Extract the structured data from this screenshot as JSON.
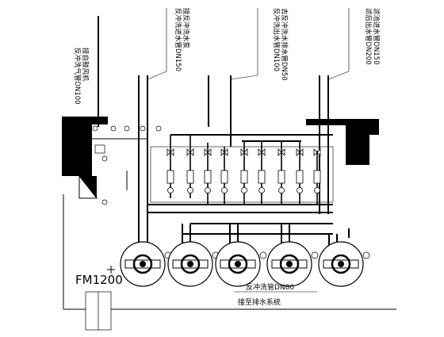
{
  "pipe_labels": {
    "upper_left_a": "接自鼓风机",
    "upper_left_b": "反冲洗气管DN100",
    "upper_mid_a": "接反冲洗水泵",
    "upper_mid_b": "反冲洗进水管DN150",
    "upper_mid2_a": "去反冲洗水排水管DN50",
    "upper_mid2_b": "反冲洗出水管DN100",
    "upper_right_a": "滤池进水管DN150",
    "upper_right_b": "滤后出水管DN200"
  },
  "room_label": "FM1200",
  "bottom_labels": {
    "backwash_pipe": "反冲洗管DN80",
    "drain_system": "接至排水系统"
  },
  "legend_symbols": [
    "valve-symbol",
    "check-valve-symbol"
  ]
}
